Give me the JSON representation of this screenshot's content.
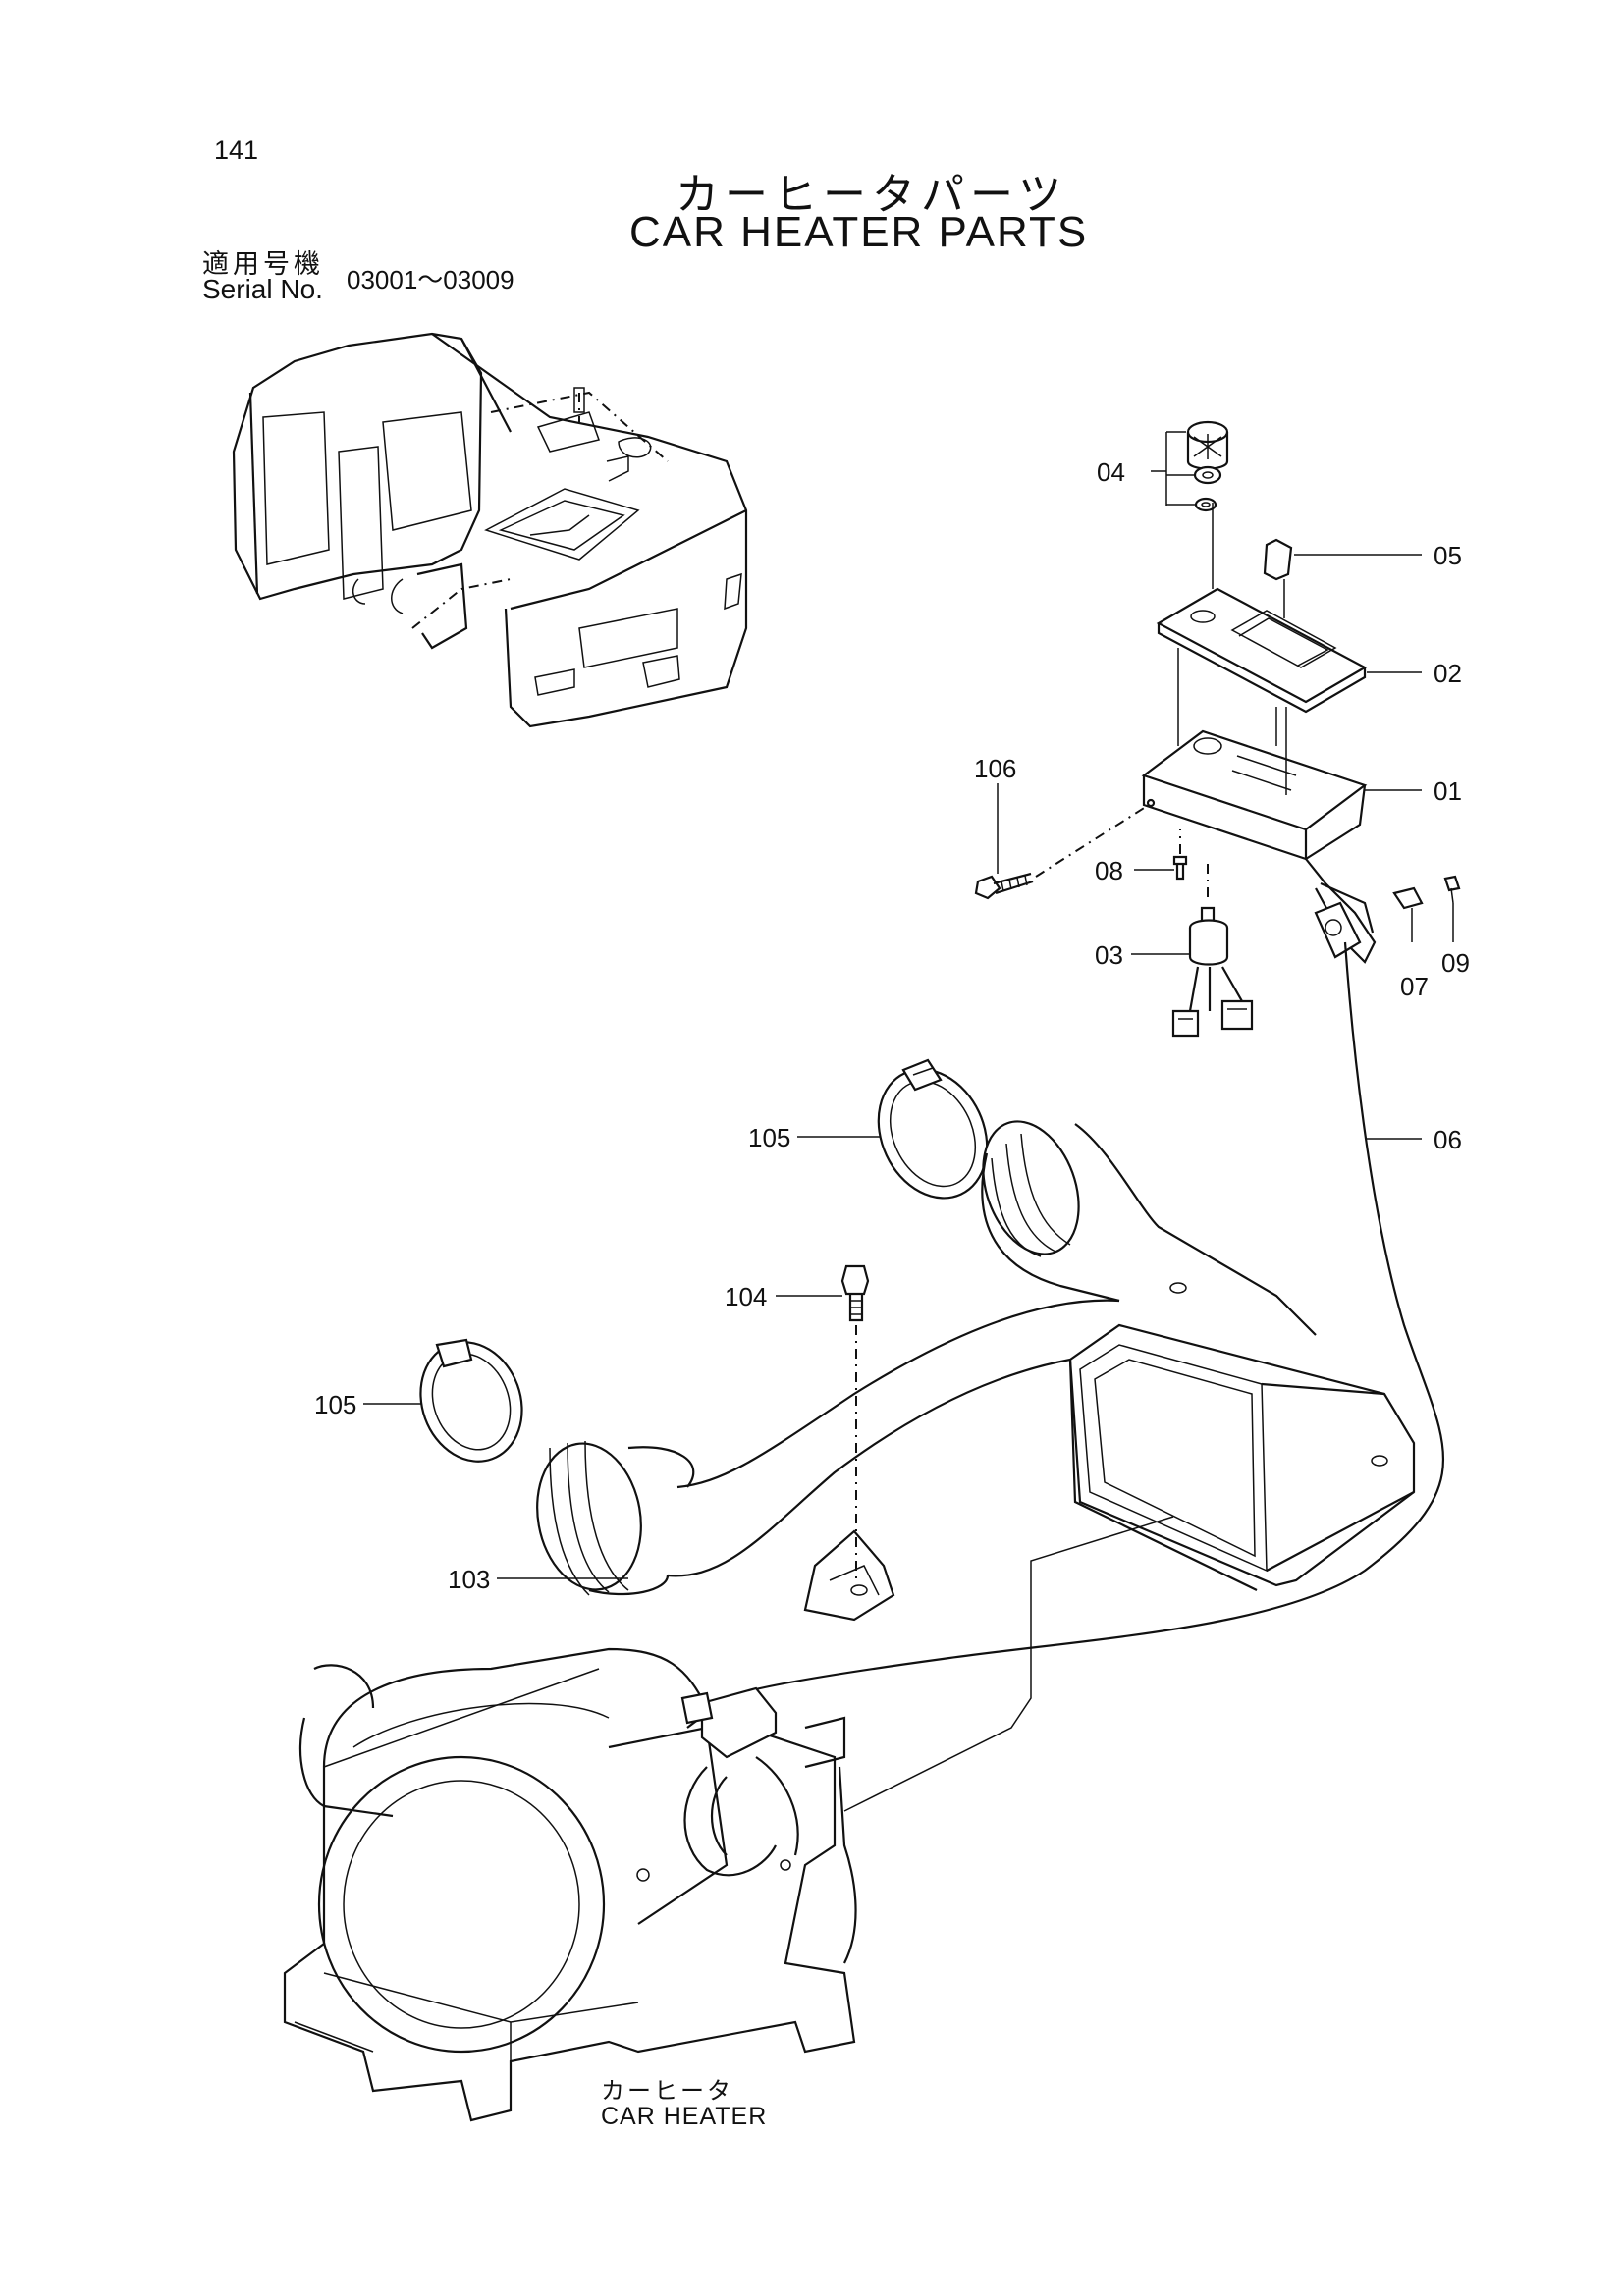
{
  "header": {
    "page_number": "141",
    "title_jp": "カーヒータパーツ",
    "title_en": "CAR HEATER PARTS",
    "serial_label_jp": "適用号機",
    "serial_label_en": "Serial No.",
    "serial_range": "03001～03009"
  },
  "callouts": [
    {
      "id": "04",
      "label": "04"
    },
    {
      "id": "05",
      "label": "05"
    },
    {
      "id": "02",
      "label": "02"
    },
    {
      "id": "106",
      "label": "106"
    },
    {
      "id": "01",
      "label": "01"
    },
    {
      "id": "08",
      "label": "08"
    },
    {
      "id": "03",
      "label": "03"
    },
    {
      "id": "07",
      "label": "07"
    },
    {
      "id": "09",
      "label": "09"
    },
    {
      "id": "06",
      "label": "06"
    },
    {
      "id": "105a",
      "label": "105"
    },
    {
      "id": "104",
      "label": "104"
    },
    {
      "id": "105b",
      "label": "105"
    },
    {
      "id": "103",
      "label": "103"
    }
  ],
  "heater_caption": {
    "jp": "カーヒータ",
    "en": "CAR HEATER"
  }
}
